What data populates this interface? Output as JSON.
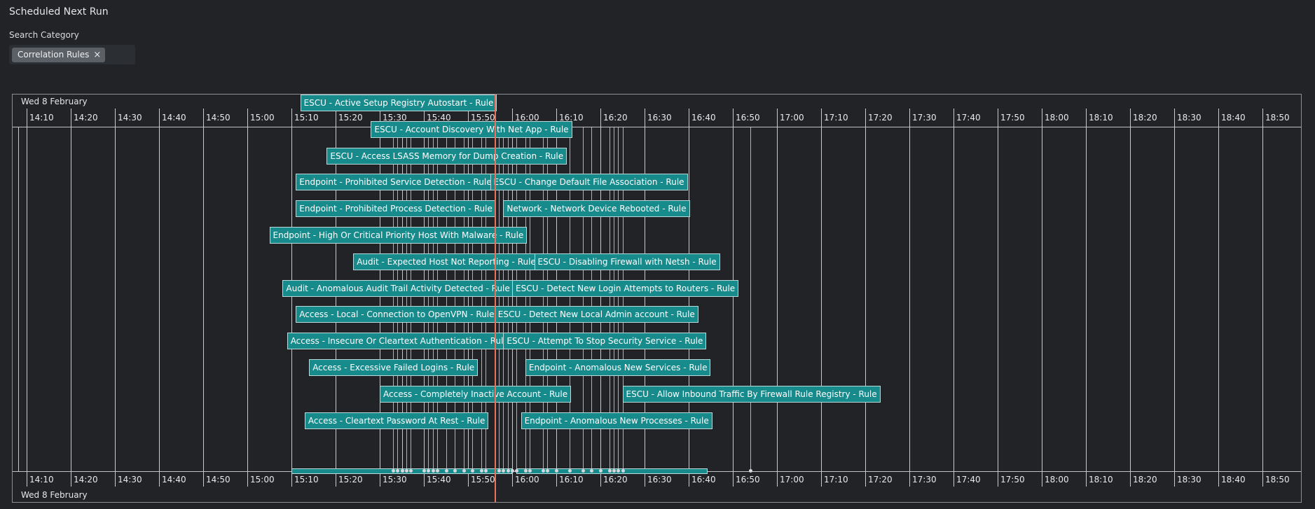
{
  "panel": {
    "title": "Scheduled Next Run"
  },
  "filter": {
    "label": "Search Category",
    "chip_label": "Correlation Rules",
    "chip_remove": "×"
  },
  "timeline": {
    "date_label": "Wed 8 February",
    "ticks": [
      "14:10",
      "14:20",
      "14:30",
      "14:40",
      "14:50",
      "15:00",
      "15:10",
      "15:20",
      "15:30",
      "15:40",
      "15:50",
      "16:00",
      "16:10",
      "16:20",
      "16:30",
      "16:40",
      "16:50",
      "17:00",
      "17:10",
      "17:20",
      "17:30",
      "17:40",
      "17:50",
      "18:00",
      "18:10",
      "18:20",
      "18:30",
      "18:40",
      "18:50"
    ],
    "current_time": "15:56",
    "colors": {
      "rule_bg": "#178a8c",
      "rule_border": "#b9d9da",
      "now_line": "#e8735a"
    },
    "rules": [
      {
        "label": "ESCU - Active Setup Registry Autostart - Rule",
        "start": "15:12"
      },
      {
        "label": "ESCU - Account Discovery With Net App - Rule",
        "start": "15:28"
      },
      {
        "label": "ESCU - Access LSASS Memory for Dump Creation - Rule",
        "start": "15:18"
      },
      {
        "label": "Endpoint - Prohibited Service Detection - Rule",
        "start": "15:11"
      },
      {
        "label": "ESCU - Change Default File Association - Rule",
        "start": "15:55"
      },
      {
        "label": "Endpoint - Prohibited Process Detection - Rule",
        "start": "15:11"
      },
      {
        "label": "Network - Network Device Rebooted - Rule",
        "start": "15:58"
      },
      {
        "label": "Endpoint - High Or Critical Priority Host With Malware - Rule",
        "start": "15:05"
      },
      {
        "label": "Audit - Expected Host Not Reporting - Rule",
        "start": "15:24"
      },
      {
        "label": "ESCU - Disabling Firewall with Netsh - Rule",
        "start": "16:05"
      },
      {
        "label": "Audit - Anomalous Audit Trail Activity Detected - Rule",
        "start": "15:08"
      },
      {
        "label": "ESCU - Detect New Login Attempts to Routers - Rule",
        "start": "16:00"
      },
      {
        "label": "Access - Local - Connection to OpenVPN - Rule",
        "start": "15:11"
      },
      {
        "label": "ESCU - Detect New Local Admin account - Rule",
        "start": "15:56"
      },
      {
        "label": "Access - Insecure Or Cleartext Authentication - Rule",
        "start": "15:09"
      },
      {
        "label": "ESCU - Attempt To Stop Security Service - Rule",
        "start": "15:58"
      },
      {
        "label": "Access - Excessive Failed Logins - Rule",
        "start": "15:14"
      },
      {
        "label": "Endpoint - Anomalous New Services - Rule",
        "start": "16:03"
      },
      {
        "label": "Access - Completely Inactive Account - Rule",
        "start": "15:30"
      },
      {
        "label": "ESCU - Allow Inbound Traffic By Firewall Rule Registry - Rule",
        "start": "16:25"
      },
      {
        "label": "Access - Cleartext Password At Rest - Rule",
        "start": "15:13"
      },
      {
        "label": "Endpoint - Anomalous New Processes - Rule",
        "start": "16:02"
      }
    ],
    "event_marks": [
      "15:33",
      "15:34",
      "15:35",
      "15:35",
      "15:36",
      "15:37",
      "15:40",
      "15:41",
      "15:42",
      "15:43",
      "15:45",
      "15:47",
      "15:49",
      "15:51",
      "15:53",
      "15:54",
      "15:57",
      "15:58",
      "15:59",
      "16:00",
      "16:01",
      "16:03",
      "16:04",
      "16:07",
      "16:08",
      "16:10",
      "16:13",
      "16:16",
      "16:18",
      "16:20",
      "16:22",
      "16:23",
      "16:24",
      "16:25",
      "16:54"
    ]
  }
}
